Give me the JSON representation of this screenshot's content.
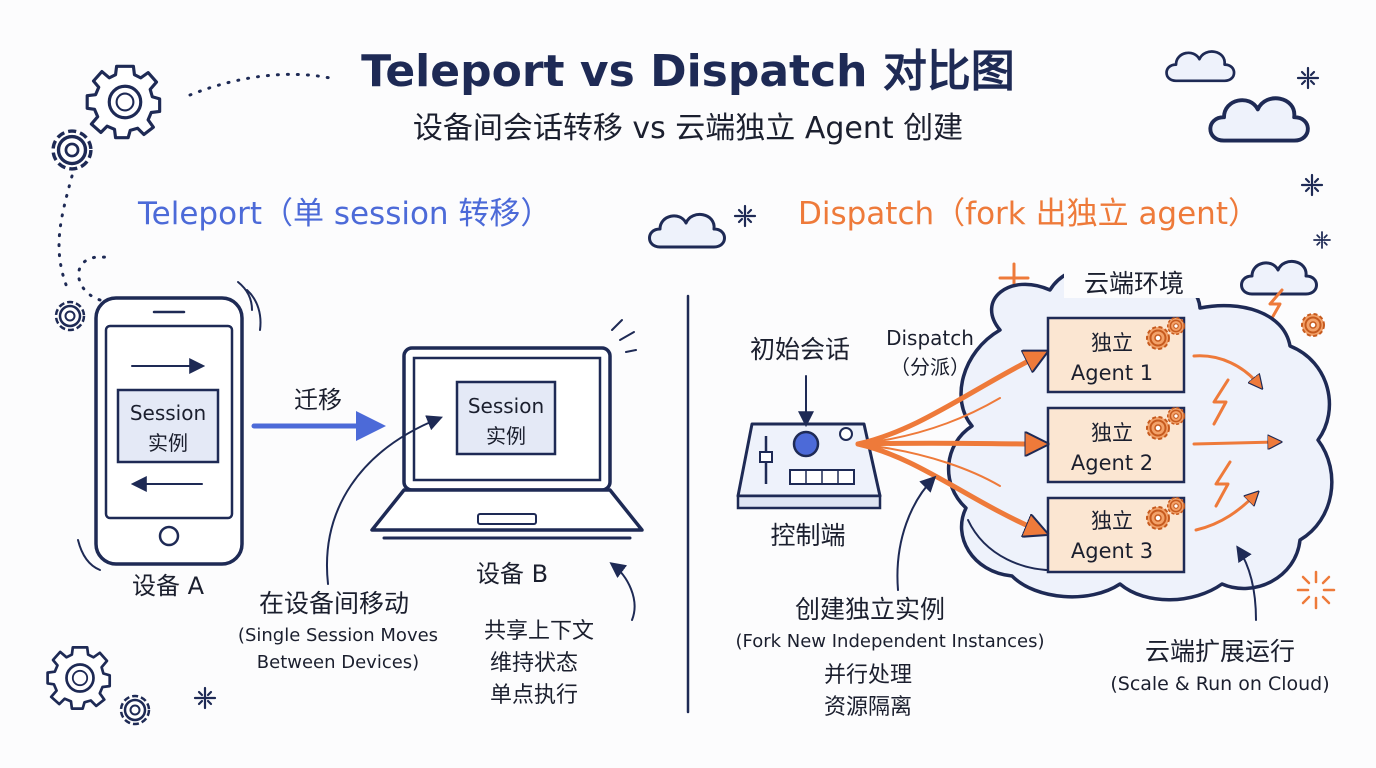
{
  "title": "Teleport vs Dispatch 对比图",
  "subtitle": "设备间会话转移 vs 云端独立 Agent 创建",
  "colors": {
    "ink": "#1e2a55",
    "teleport_blue": "#4c6ad8",
    "dispatch_orange": "#ee7a3a",
    "screen_fill": "#e4e9f6",
    "agent_box_fill": "#fbe6d2",
    "cloud_fill": "#eef2fb"
  },
  "teleport": {
    "heading": "Teleport（单 session 转移）",
    "device_a": {
      "screen_label_line1": "Session",
      "screen_label_line2": "实例",
      "caption": "设备 A"
    },
    "transfer_label": "迁移",
    "device_b": {
      "screen_label_line1": "Session",
      "screen_label_line2": "实例",
      "caption": "设备 B"
    },
    "move_note": {
      "title": "在设备间移动",
      "en_line1": "(Single Session Moves",
      "en_line2": "Between Devices)"
    },
    "features": [
      "共享上下文",
      "维持状态",
      "单点执行"
    ]
  },
  "dispatch": {
    "heading": "Dispatch（fork 出独立 agent）",
    "initial_session_label": "初始会话",
    "dispatch_label_line1": "Dispatch",
    "dispatch_label_line2": "（分派）",
    "controller_caption": "控制端",
    "cloud_label": "云端环境",
    "agents": [
      {
        "line1": "独立",
        "line2": "Agent 1"
      },
      {
        "line1": "独立",
        "line2": "Agent 2"
      },
      {
        "line1": "独立",
        "line2": "Agent 3"
      }
    ],
    "fork_note": {
      "title": "创建独立实例",
      "en": "(Fork New Independent Instances)",
      "features": [
        "并行处理",
        "资源隔离"
      ]
    },
    "scale_note": {
      "title": "云端扩展运行",
      "en": "(Scale & Run on Cloud)"
    }
  },
  "icons": [
    "gear-icon",
    "cloud-icon",
    "sparkle-icon",
    "lightning-icon",
    "arrow-icon",
    "phone-icon",
    "laptop-icon",
    "controller-icon"
  ]
}
